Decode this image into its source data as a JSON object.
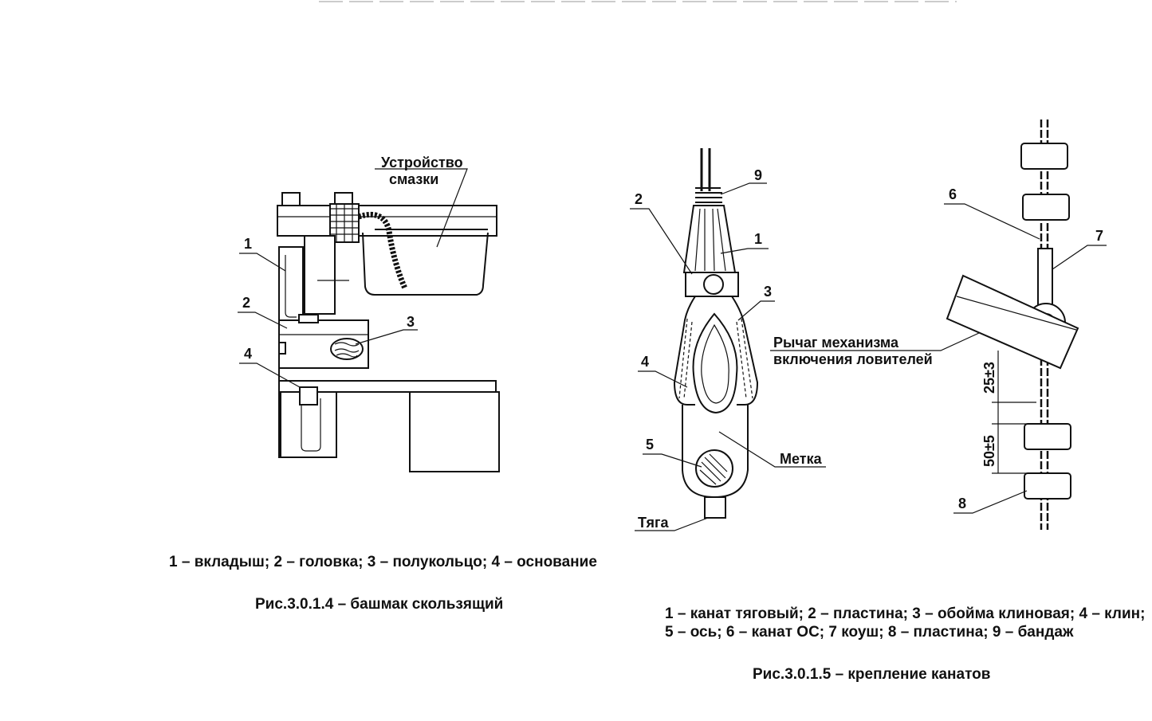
{
  "figure1": {
    "label_lubricator_line1": "Устройство",
    "label_lubricator_line2": "смазки",
    "callouts": [
      "1",
      "2",
      "3",
      "4"
    ],
    "legend": "1 – вкладыш; 2 – головка; 3 – полукольцо; 4 – основание",
    "caption": "Рис.3.0.1.4 –  башмак скользящий"
  },
  "figure2": {
    "callouts": [
      "9",
      "2",
      "1",
      "3",
      "4",
      "5",
      "6",
      "7",
      "8"
    ],
    "label_mark": "Метка",
    "label_rod": "Тяга",
    "label_lever_line1": "Рычаг механизма",
    "label_lever_line2": "включения ловителей",
    "dim_upper": "25±3",
    "dim_lower": "50±5",
    "legend_line1": "1 – канат тяговый; 2 – пластина; 3 – обойма клиновая; 4 – клин;",
    "legend_line2": "5 – ось; 6 – канат ОС; 7 коуш; 8 – пластина; 9 – бандаж",
    "caption": "Рис.3.0.1.5 –  крепление канатов"
  }
}
